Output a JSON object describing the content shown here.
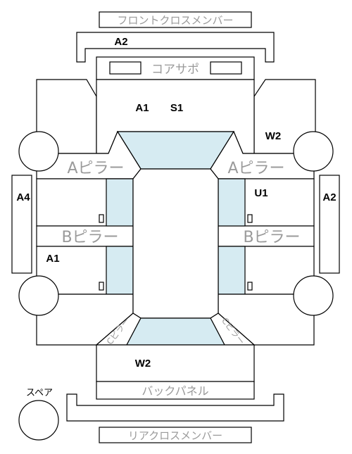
{
  "labels": {
    "front_cross_member": "フロントクロスメンバー",
    "radiator_support": "コアサポ",
    "a_pillar": "Aピラー",
    "b_pillar": "Bピラー",
    "back_panel": "バックパネル",
    "rear_cross_member": "リアクロスメンバー",
    "spare": "スペア",
    "c_pillar": "Cピラー"
  },
  "codes": {
    "front_cross": "A2",
    "hood_a": "A1",
    "hood_b": "S1",
    "right_fender": "W2",
    "right_front_door": "U1",
    "left_rocker": "A4",
    "right_rocker": "A2",
    "left_rear_door": "A1",
    "trunk": "W2"
  },
  "colors": {
    "glass": "#d6ebf2",
    "outline": "#000000",
    "label_gray": "#9a9a9a"
  }
}
